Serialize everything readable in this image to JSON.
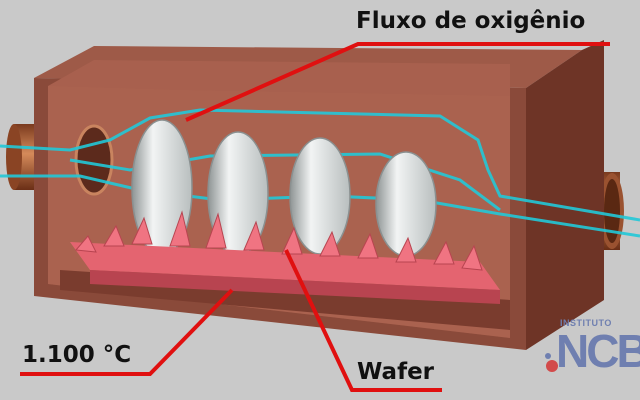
{
  "labels": {
    "oxygen_flow": "Fluxo de oxigênio",
    "temperature": "1.100 °C",
    "wafer": "Wafer"
  },
  "logo": {
    "top_text": "INSTITUTO",
    "main_text": "NCB"
  },
  "colors": {
    "background": "#c9c9c9",
    "furnace_body": "#8a4a3a",
    "furnace_inner": "#a05a48",
    "heater": "#e8606a",
    "gas_flow": "#22c8d8",
    "wafer": "#d8dcdc",
    "callout_line": "#e01010",
    "copper_pipe": "#b8643a"
  },
  "icons": {
    "logo": "ncb-logo-icon"
  }
}
